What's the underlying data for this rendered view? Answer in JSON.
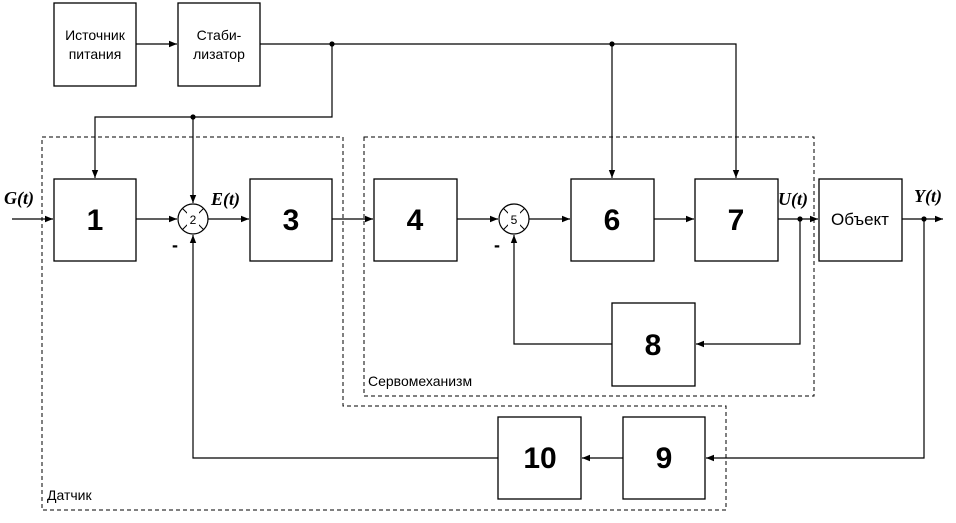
{
  "blocks": {
    "power_source": [
      "Источник",
      "питания"
    ],
    "stabilizer": [
      "Стаби-",
      "лизатор"
    ],
    "b1": "1",
    "b3": "3",
    "b4": "4",
    "b6": "6",
    "b7": "7",
    "b8": "8",
    "b9": "9",
    "b10": "10",
    "object": "Объект"
  },
  "summers": {
    "s2": "2",
    "s5": "5"
  },
  "signals": {
    "input": "G(t)",
    "error": "E(t)",
    "control": "U(t)",
    "output": "Y(t)"
  },
  "signs": {
    "minus": "-"
  },
  "groups": {
    "servo": "Сервомеханизм",
    "sensor": "Датчик"
  }
}
